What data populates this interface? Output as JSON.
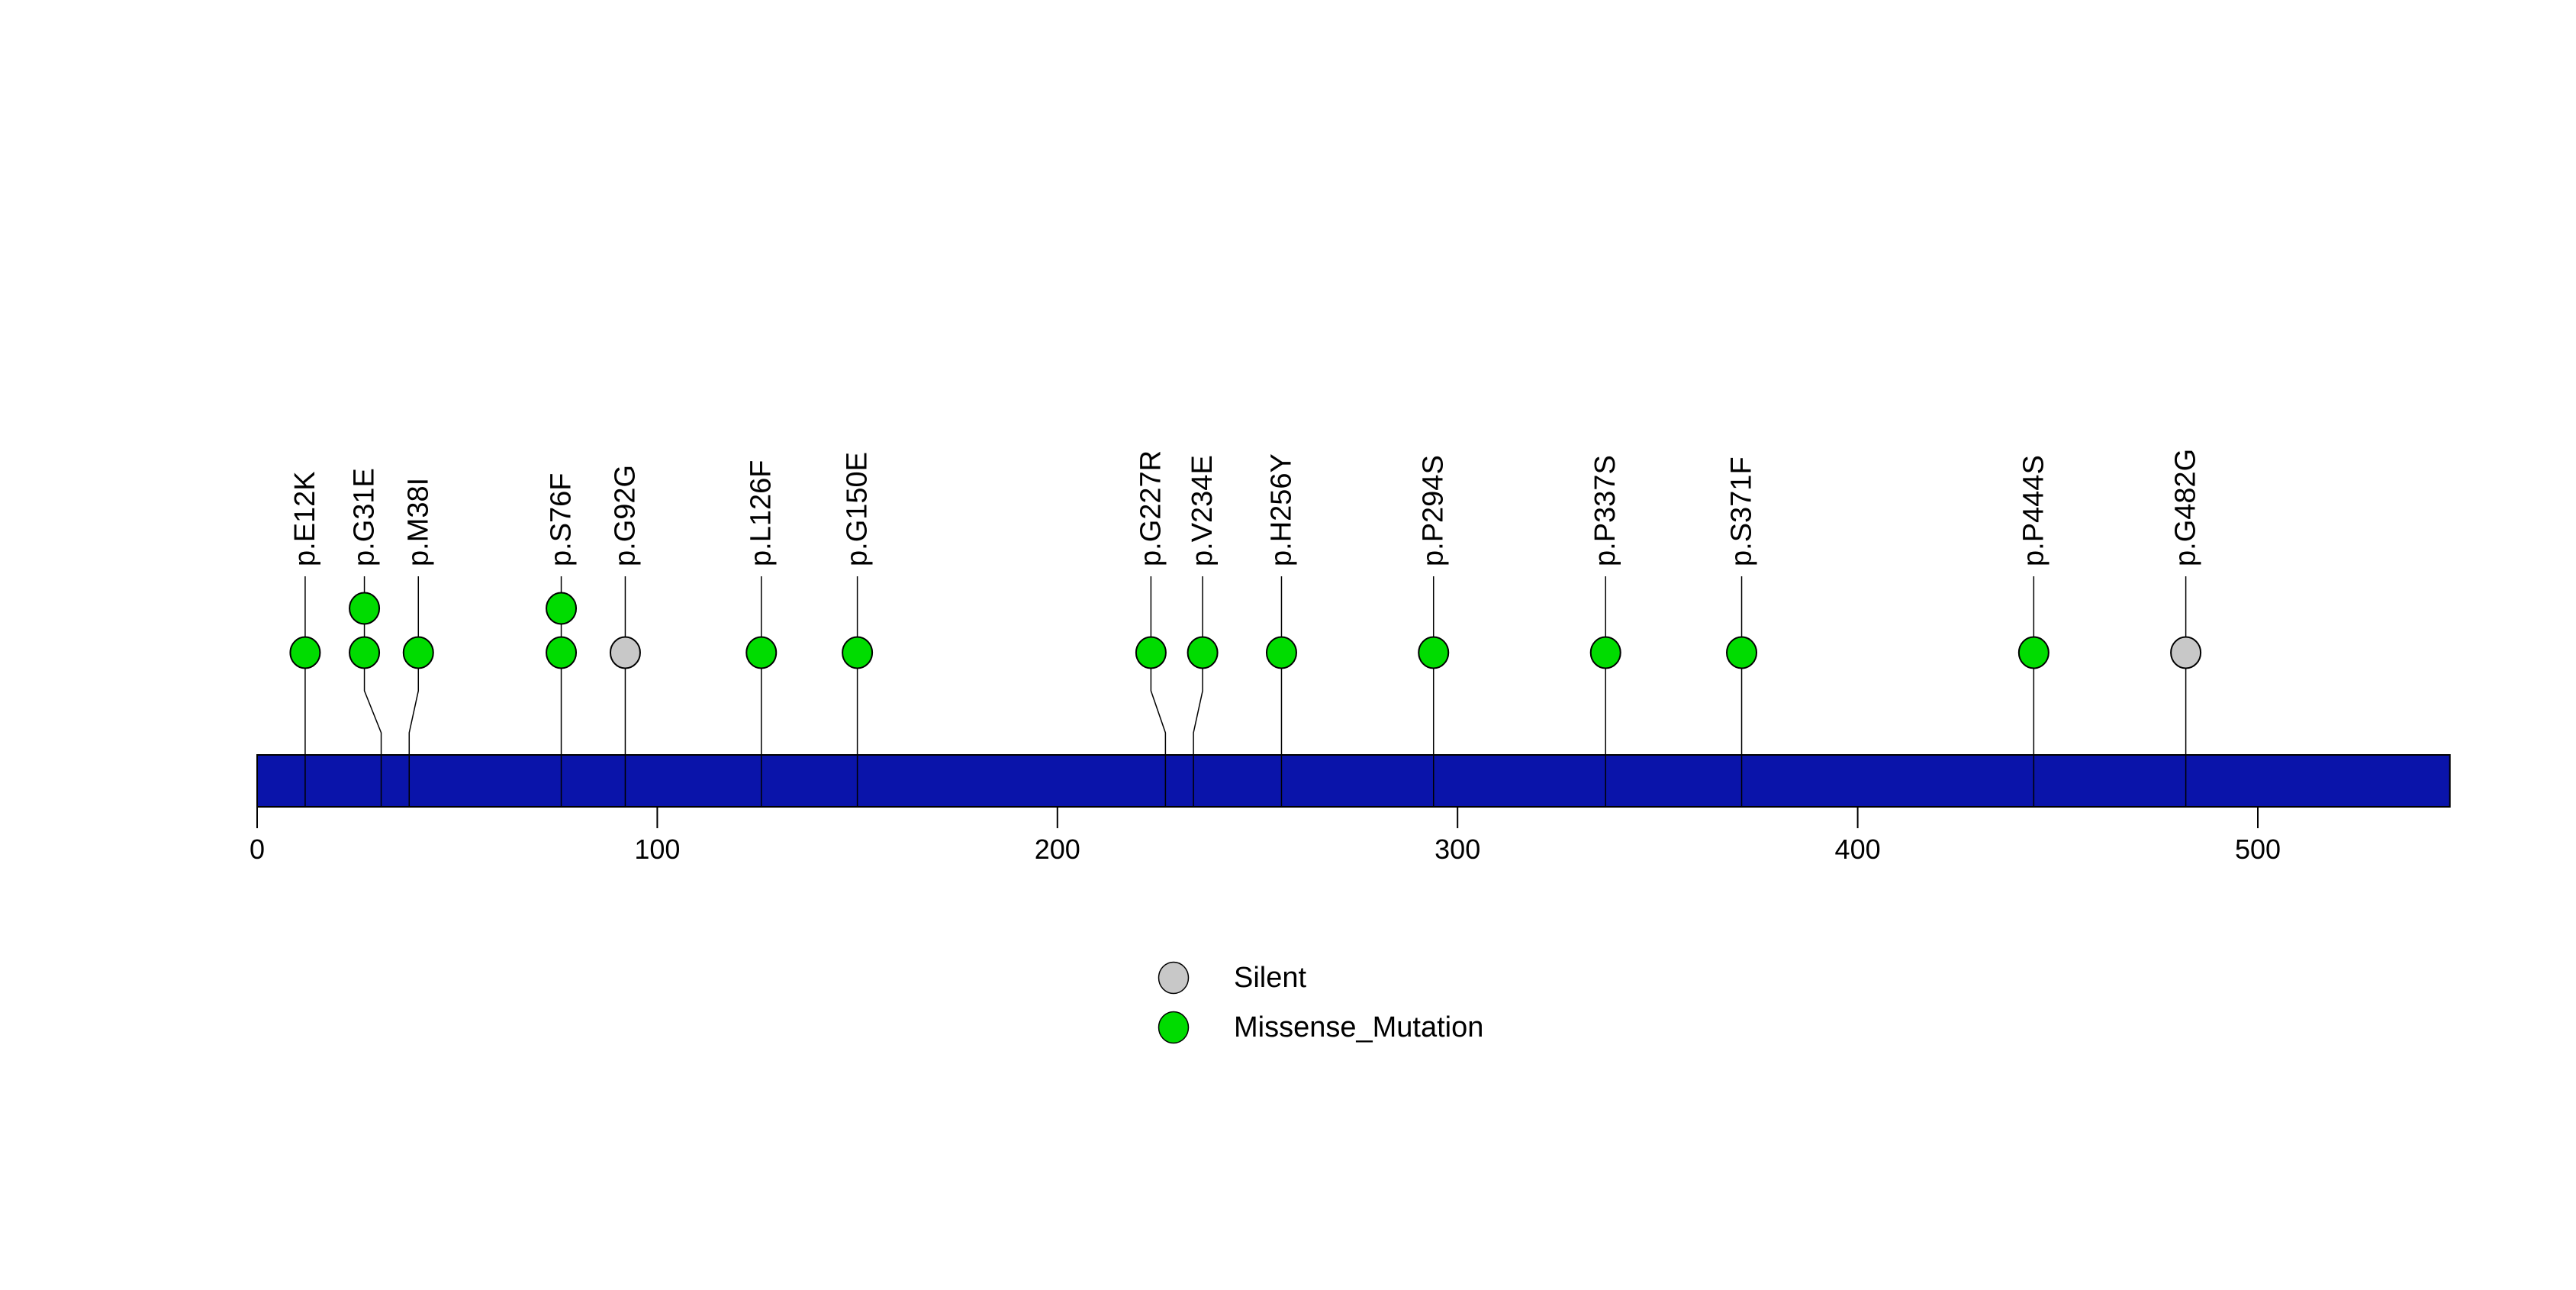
{
  "figure": {
    "background_color": "#ffffff",
    "stroke_color": "#000000"
  },
  "chart_data": {
    "type": "lollipop",
    "title": "",
    "xlabel": "",
    "axis": {
      "ticks": [
        0,
        100,
        200,
        300,
        400,
        500
      ],
      "range": [
        0,
        548
      ]
    },
    "protein_length": 548,
    "bar_color": "#0A14AA",
    "mutation_type_colors": {
      "Silent": "#C8C8C8",
      "Missense_Mutation": "#00DC00"
    },
    "legend": [
      {
        "label": "Silent",
        "type": "Silent"
      },
      {
        "label": "Missense_Mutation",
        "type": "Missense_Mutation"
      }
    ],
    "mutations": [
      {
        "label": "p.E12K",
        "position": 12,
        "count": 1,
        "type": "Missense_Mutation",
        "label_shift": 0
      },
      {
        "label": "p.G31E",
        "position": 31,
        "count": 2,
        "type": "Missense_Mutation",
        "label_shift": -22
      },
      {
        "label": "p.M38I",
        "position": 38,
        "count": 1,
        "type": "Missense_Mutation",
        "label_shift": 12
      },
      {
        "label": "p.S76F",
        "position": 76,
        "count": 2,
        "type": "Missense_Mutation",
        "label_shift": 0
      },
      {
        "label": "p.G92G",
        "position": 92,
        "count": 1,
        "type": "Silent",
        "label_shift": 0
      },
      {
        "label": "p.L126F",
        "position": 126,
        "count": 1,
        "type": "Missense_Mutation",
        "label_shift": 0
      },
      {
        "label": "p.G150E",
        "position": 150,
        "count": 1,
        "type": "Missense_Mutation",
        "label_shift": 0
      },
      {
        "label": "p.G227R",
        "position": 227,
        "count": 1,
        "type": "Missense_Mutation",
        "label_shift": -19
      },
      {
        "label": "p.V234E",
        "position": 234,
        "count": 1,
        "type": "Missense_Mutation",
        "label_shift": 12
      },
      {
        "label": "p.H256Y",
        "position": 256,
        "count": 1,
        "type": "Missense_Mutation",
        "label_shift": 0
      },
      {
        "label": "p.P294S",
        "position": 294,
        "count": 1,
        "type": "Missense_Mutation",
        "label_shift": 0
      },
      {
        "label": "p.P337S",
        "position": 337,
        "count": 1,
        "type": "Missense_Mutation",
        "label_shift": 0
      },
      {
        "label": "p.S371F",
        "position": 371,
        "count": 1,
        "type": "Missense_Mutation",
        "label_shift": 0
      },
      {
        "label": "p.P444S",
        "position": 444,
        "count": 1,
        "type": "Missense_Mutation",
        "label_shift": 0
      },
      {
        "label": "p.G482G",
        "position": 482,
        "count": 1,
        "type": "Silent",
        "label_shift": 0
      }
    ]
  }
}
